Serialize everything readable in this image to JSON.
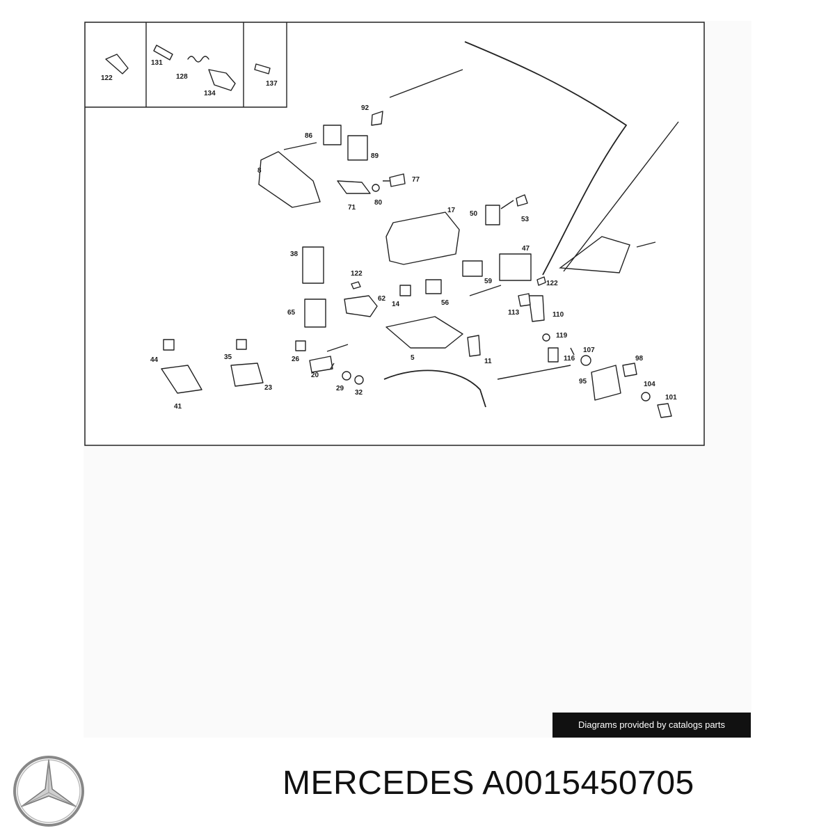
{
  "diagram": {
    "labels": [
      "122",
      "131",
      "128",
      "134",
      "137",
      "92",
      "86",
      "89",
      "8",
      "77",
      "71",
      "80",
      "17",
      "50",
      "53",
      "47",
      "38",
      "122",
      "62",
      "14",
      "56",
      "59",
      "122",
      "65",
      "113",
      "110",
      "119",
      "44",
      "35",
      "26",
      "5",
      "11",
      "116",
      "107",
      "98",
      "20",
      "23",
      "29",
      "32",
      "95",
      "104",
      "101",
      "41"
    ]
  },
  "credit": "Diagrams provided by catalogs parts",
  "brand": {
    "manufacturer": "MERCEDES",
    "part_number": "A0015450705"
  }
}
